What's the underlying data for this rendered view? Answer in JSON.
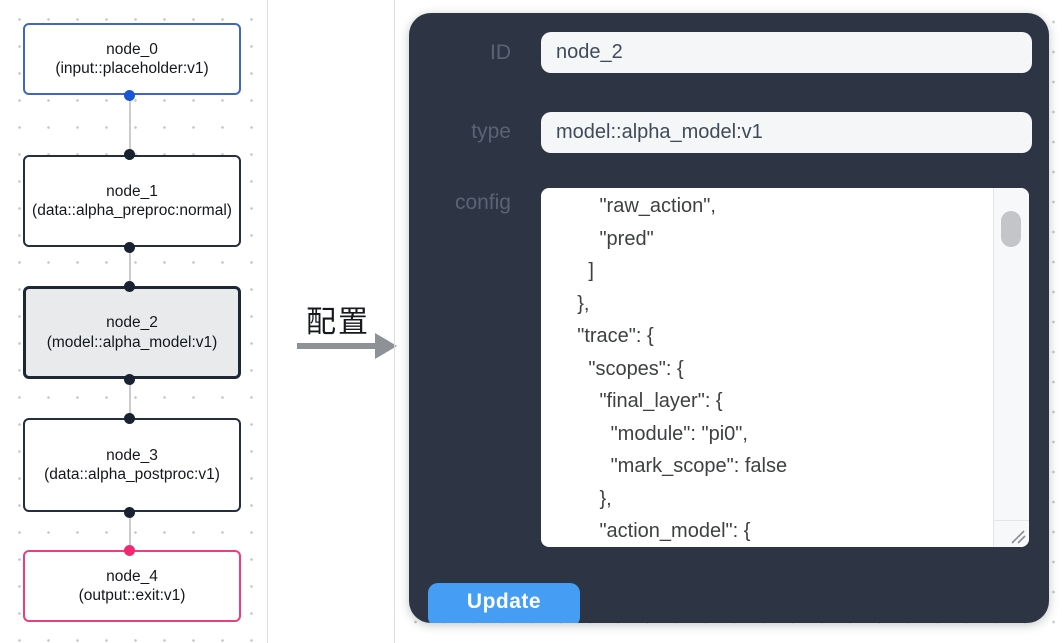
{
  "flow": {
    "nodes": [
      {
        "title": "node_0",
        "subtitle": "(input::placeholder:v1)",
        "state": "default",
        "accent": "#3e68c0"
      },
      {
        "title": "node_1",
        "subtitle": "(data::alpha_preproc:normal)",
        "state": "default",
        "accent": "#232e3e"
      },
      {
        "title": "node_2",
        "subtitle": "(model::alpha_model:v1)",
        "state": "selected",
        "accent": "#1d2736"
      },
      {
        "title": "node_3",
        "subtitle": "(data::alpha_postproc:v1)",
        "state": "default",
        "accent": "#232e3e"
      },
      {
        "title": "node_4",
        "subtitle": "(output::exit:v1)",
        "state": "default",
        "accent": "#ee3d7d"
      }
    ],
    "port_colors": {
      "input": "#1c55d4",
      "default": "#182230",
      "output": "#ee2a72"
    }
  },
  "transition": {
    "label": "配置"
  },
  "panel": {
    "fields": {
      "id": {
        "label": "ID",
        "value": "node_2"
      },
      "type": {
        "label": "type",
        "value": "model::alpha_model:v1"
      },
      "config": {
        "label": "config",
        "lines": [
          "        \"raw_action\",",
          "        \"pred\"",
          "      ]",
          "    },",
          "    \"trace\": {",
          "      \"scopes\": {",
          "        \"final_layer\": {",
          "          \"module\": \"pi0\",",
          "          \"mark_scope\": false",
          "        },",
          "        \"action_model\": {"
        ]
      }
    },
    "update_label": "Update"
  },
  "colors": {
    "panel_bg": "#2d3544",
    "button_blue": "#459ef4",
    "input_bg": "#f4f6f8",
    "node_selected_bg": "#e9eaec",
    "accent_blue": "#1c55d4",
    "accent_pink": "#ee2a72"
  }
}
